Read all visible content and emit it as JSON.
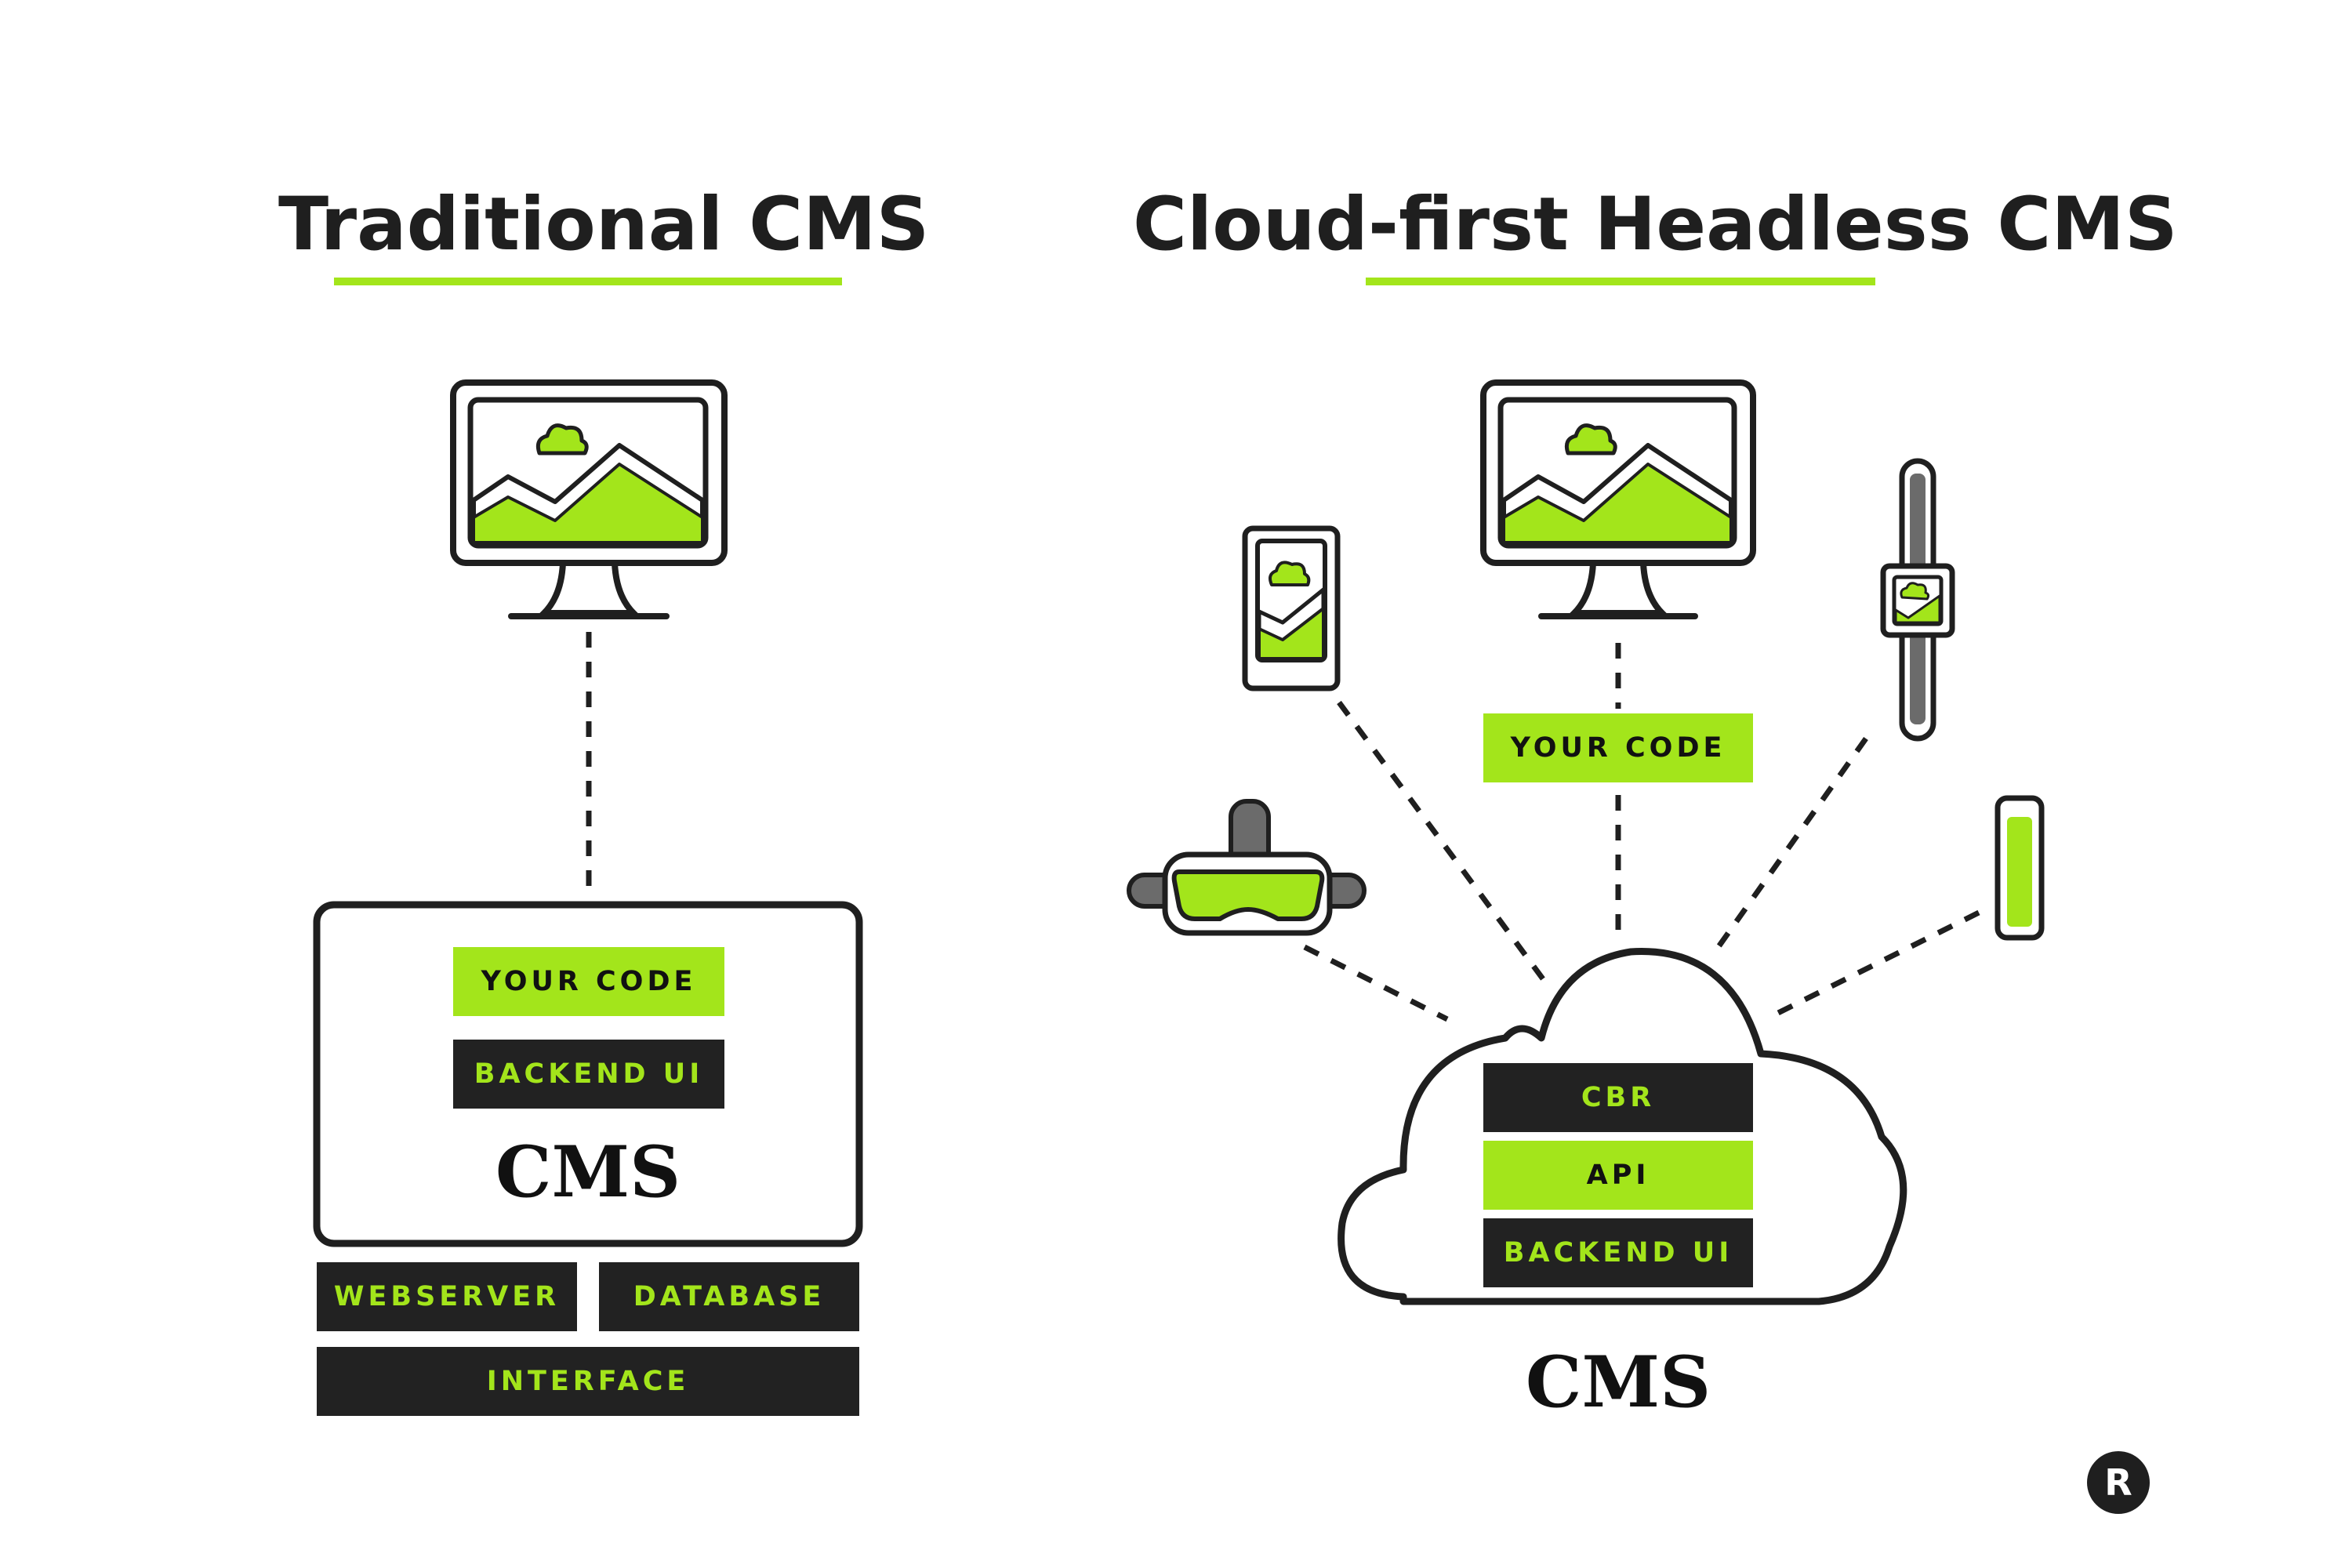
{
  "traditional": {
    "title": "Traditional CMS",
    "your_code": "YOUR CODE",
    "backend_ui": "BACKEND UI",
    "cms_label": "CMS",
    "webserver": "WEBSERVER",
    "database": "DATABASE",
    "interface": "INTERFACE"
  },
  "headless": {
    "title": "Cloud-first Headless CMS",
    "your_code": "YOUR CODE",
    "cbr": "CBR",
    "api": "API",
    "backend_ui": "BACKEND UI",
    "cms_label": "CMS"
  },
  "badge": {
    "letter": "R"
  },
  "colors": {
    "accent": "#a3e51b",
    "dark": "#222222",
    "outline": "#1f1f1f",
    "device_gray": "#6b6b6b"
  },
  "icons": [
    "monitor-icon",
    "smartphone-icon",
    "smartwatch-icon",
    "vr-headset-icon",
    "iot-sensor-icon",
    "cloud-icon"
  ]
}
